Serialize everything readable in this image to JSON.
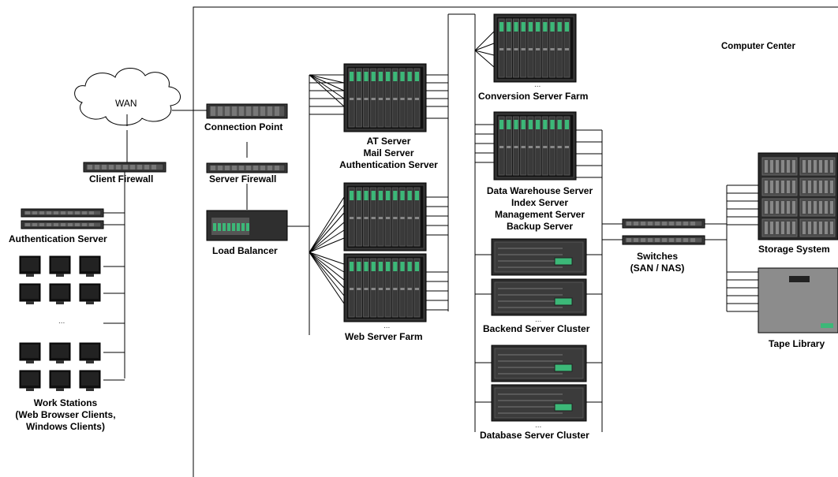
{
  "diagram": {
    "computer_center_label": "Computer Center",
    "wan_label": "WAN",
    "ellipsis": "...",
    "colors": {
      "line": "#000000",
      "device_dark": "#1a1a1a",
      "device_mid": "#3c3c3c",
      "blade_green": "#3cb878",
      "monitor": "#111111"
    },
    "client_side": {
      "client_firewall": "Client Firewall",
      "authentication_server": "Authentication Server",
      "work_stations": [
        "Work Stations",
        "(Web Browser Clients,",
        "Windows Clients)"
      ]
    },
    "front": {
      "connection_point": "Connection Point",
      "server_firewall": "Server Firewall",
      "load_balancer": "Load Balancer"
    },
    "app_servers": {
      "rack1_lines": [
        "AT Server",
        "Mail Server",
        "Authentication Server"
      ],
      "web_server_farm": "Web Server Farm"
    },
    "backend": {
      "conversion_server_farm": "Conversion Server Farm",
      "rack_lines": [
        "Data Warehouse Server",
        "Index Server",
        "Management Server",
        "Backup Server"
      ],
      "backend_server_cluster": "Backend Server Cluster",
      "database_server_cluster": "Database Server Cluster"
    },
    "storage": {
      "switches": [
        "Switches",
        "(SAN / NAS)"
      ],
      "storage_system": "Storage System",
      "tape_library": "Tape Library"
    }
  }
}
